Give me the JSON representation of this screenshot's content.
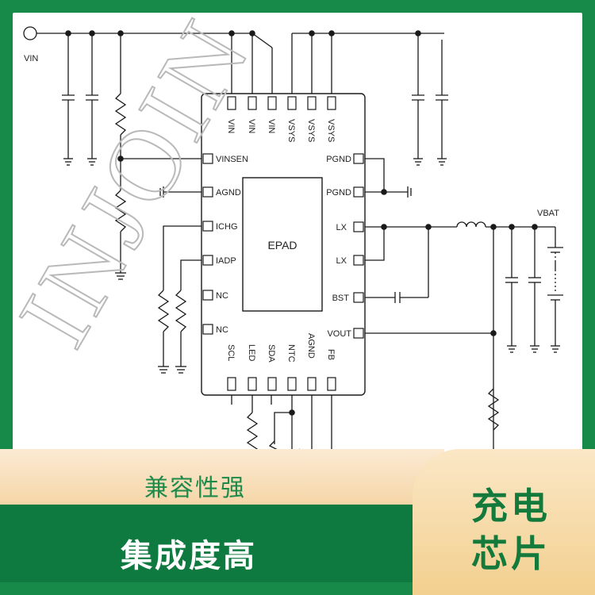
{
  "watermark": "INJOIN",
  "chip": {
    "center_label": "EPAD"
  },
  "pins": {
    "top": [
      "VIN",
      "VIN",
      "VIN",
      "VSYS",
      "VSYS",
      "VSYS"
    ],
    "left": [
      "VINSEN",
      "AGND",
      "ICHG",
      "IADP",
      "NC",
      "NC"
    ],
    "right": [
      "PGND",
      "PGND",
      "LX",
      "LX",
      "BST",
      "VOUT"
    ],
    "bottom": [
      "SCL",
      "LED",
      "SDA",
      "NTC",
      "AGND",
      "FB"
    ]
  },
  "nets": {
    "vin": "VIN",
    "vbat": "VBAT"
  },
  "features": {
    "primary": "兼容性强",
    "secondary": "集成度高"
  },
  "product": {
    "line1": "充电",
    "line2": "芯片"
  },
  "colors": {
    "frame_green": "#178a4a",
    "dark_band": "#0f7a3f",
    "accent_green": "#1d8a4a",
    "gold": "#f2d08f",
    "wire": "#1a1a1a"
  }
}
